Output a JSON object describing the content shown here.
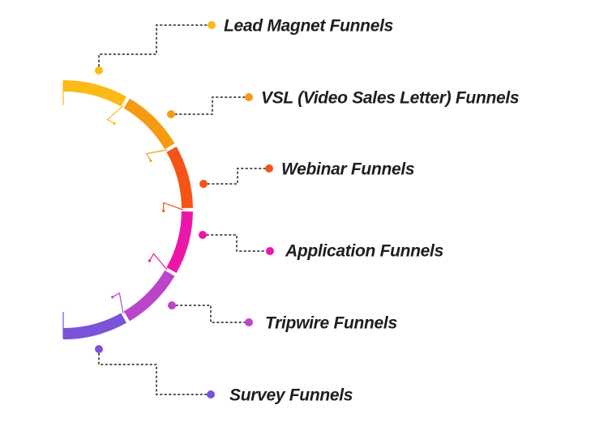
{
  "diagram": {
    "title": "Funnel types",
    "items": [
      {
        "label": "Lead Magnet Funnels",
        "color": "#FBBA16"
      },
      {
        "label": "VSL (Video Sales Letter) Funnels",
        "color": "#F79A12"
      },
      {
        "label": "Webinar Funnels",
        "color": "#F55418"
      },
      {
        "label": "Application Funnels",
        "color": "#EC17A8"
      },
      {
        "label": "Tripwire Funnels",
        "color": "#BB45C8"
      },
      {
        "label": "Survey Funnels",
        "color": "#7A54D8"
      }
    ],
    "connector_color": "#555555"
  }
}
